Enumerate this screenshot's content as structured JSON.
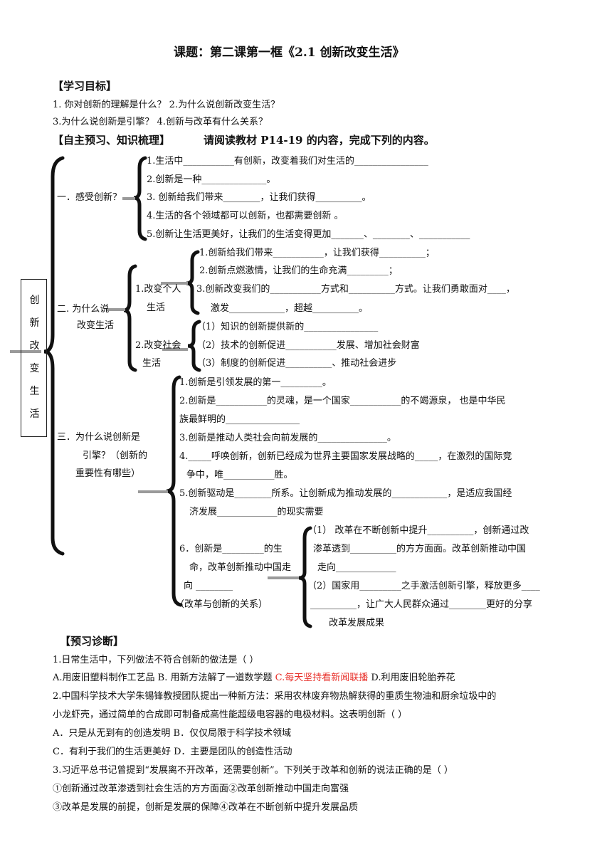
{
  "title": "课题：第二课第一框《2.1 创新改变生活》",
  "goals": {
    "heading": "【学习目标】",
    "line1": "1.    你对创新的理解是什么？         2.为什么说创新改变生活？",
    "line2": "3.为什么说创新是引擎？   4.创新与改革有什么关系？"
  },
  "preview": {
    "heading": "【自主预习、知识梳理】",
    "instruction": "请阅读教材 P14-19 的内容，完成下列的内容。"
  },
  "map": {
    "root_chars": [
      "创",
      "新",
      "改",
      "变",
      "生",
      "活"
    ],
    "s1": {
      "title": "一．感受创新？",
      "items": [
        "1.生活中___________有创新，改变着我们对生活的________________",
        "2.创新是一种______________。",
        "3.  创新给我们带来________，让我们获得__________。",
        "4.生活的各个领域都可以创新，也都需要创新  。",
        "5.创新让生活更美好，让我们的生活变得更加_______、________、___________"
      ]
    },
    "s2": {
      "title_a": "二.     为什么说",
      "title_b": "改变生活",
      "sub1_a": "1.改变个人",
      "sub1_b": "生活",
      "sub1_items": [
        "1.创新给我们带来___________，让我们获得__________；",
        "2.创新点燃激情，让我们的生命充满_________；",
        "3.创新改变我们的___________方式和__________方式。让我们勇敢面对____，",
        "激发____________，超越__________。"
      ],
      "sub2_a": "2.改变社会",
      "sub2_b": "生活",
      "sub2_items": [
        "（1）知识的创新提供新的________________",
        "（2）技术的创新促进___________发展、增加社会财富",
        "（3）制度的创新促进__________、推动社会进步"
      ]
    },
    "s3": {
      "title_a": "三．为什么说创新是",
      "title_b": "引擎？（创新的",
      "title_c": "重要性有哪些）",
      "items": [
        "1.创新是引领发展的第一_________。",
        "2.创新是___________的灵魂，是一个国家___________的不竭源泉， 也是中华民",
        "族最鲜明的________________",
        "3.创新是推动人类社会向前发展的_______________。",
        "4._____呼唤创新，创新已经成为世界主要国家发展战略的_____，在激烈的国际竞",
        "争中，唯___________胜。",
        "5.创新驱动是________所系。让创新成为推动发展的____________，是适应我国经",
        "济发展_____________的现实需要"
      ],
      "item6": [
        "6．创新是_________的生",
        "命，改革创新推动中国走",
        "向 ________",
        "（改革与创新的关系）"
      ],
      "item6_sub": [
        "（1）  改革在不断创新中提升__________，创新通过改",
        "渗革透到__________的方方面面。改革创新推动中国",
        "走向_____________",
        "（2）国家用_________之手激活创新引擎，释放更多____",
        "__________，让广大人民群众通过________更好的分享",
        "改革发展成果"
      ]
    }
  },
  "diagnosis": {
    "heading": "【预习诊断】",
    "q1": "1.日常生活中，下列做法不符合创新的做法是（      ）",
    "q1_opts_a": "A.用废旧塑料制作工艺品  B.  用新方法解了一道数学题  ",
    "q1_opt_c": "C.每天坚持看新闻联播",
    "q1_opt_d": " D.利用废旧轮胎养花",
    "q2_line1": "2.中国科学技术大学朱锡锋教授团队提出一种新方法：采用农林废弃物热解获得的重质生物油和厨余垃圾中的",
    "q2_line2": "小龙虾壳，通过简单的合成即可制备成高性能超级电容器的电极材料。这表明创新（       ）",
    "q2_opts1": "A．只是从无到有的创造发明        B．仅仅局限于科学技术领域",
    "q2_opts2": "C．有利于我们的生活更美好        D．主要是团队的创造性活动",
    "q3": "3.习近平总书记曾提到“发展离不开改革，还需要创新”。下列关于改革和创新的说法正确的是（          ）",
    "q3_opts1": "①创新通过改革渗透到社会生活的方方面面②改革创新推动中国走向富强",
    "q3_opts2": "③改革是发展的前提，创新是发展的保障④改革在不断创新中提升发展品质"
  }
}
